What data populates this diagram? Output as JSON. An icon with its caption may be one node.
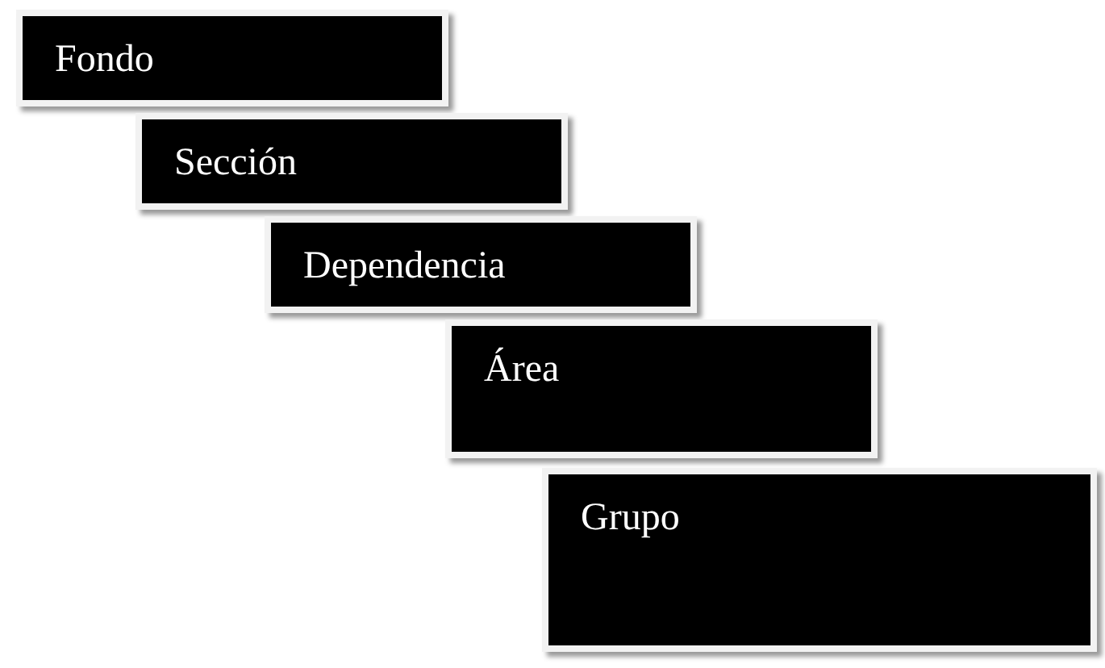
{
  "diagram": {
    "nodes": [
      {
        "text": [
          "Fondo"
        ]
      },
      {
        "text": [
          "Sección"
        ]
      },
      {
        "text": [
          "Dependencia"
        ]
      },
      {
        "text": [
          "Área"
        ]
      },
      {
        "text": [
          "Grupo"
        ]
      }
    ]
  }
}
